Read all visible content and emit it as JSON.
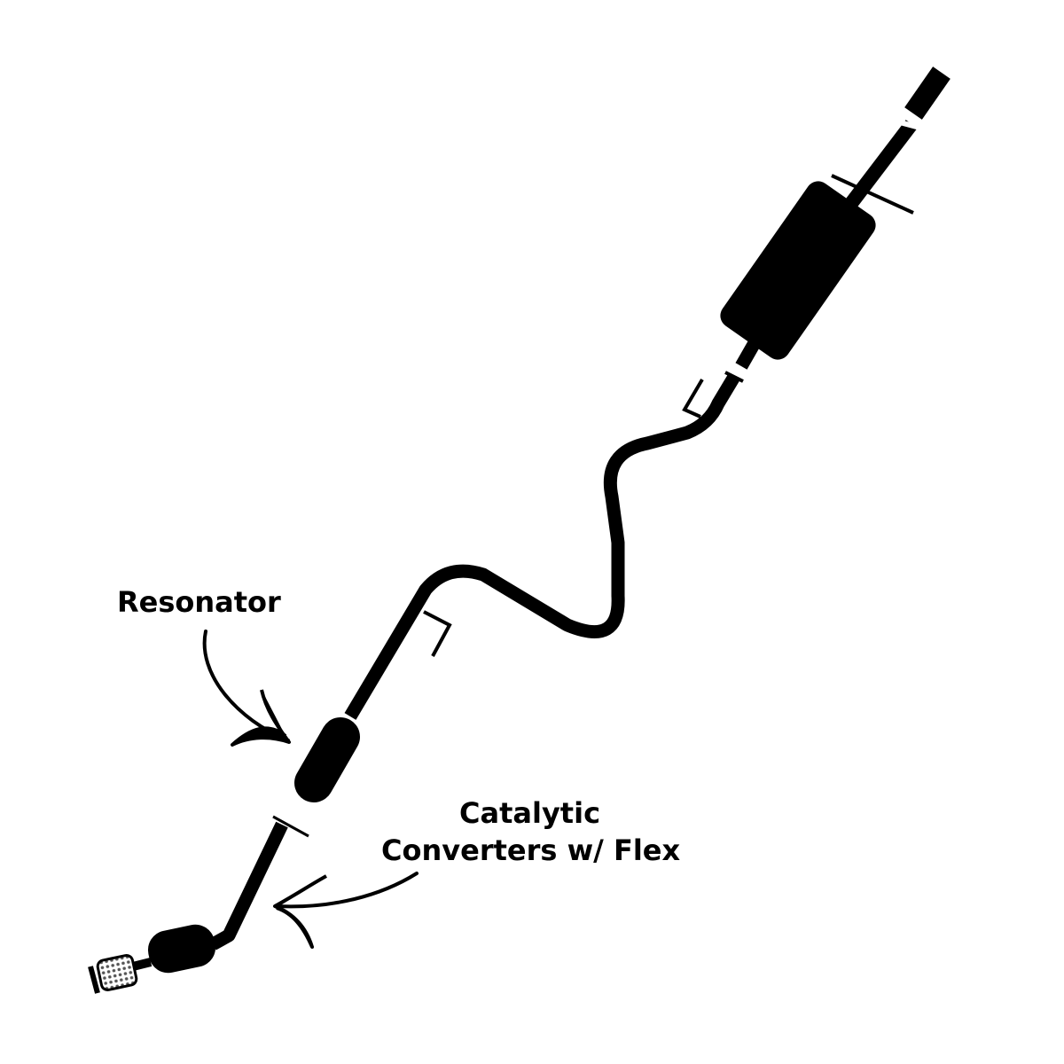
{
  "labels": {
    "resonator": "Resonator",
    "catalytic_line1": "Catalytic",
    "catalytic_line2": "Converters w/ Flex"
  },
  "colors": {
    "ink": "#000000",
    "background": "#ffffff",
    "mesh": "#8a8a8a"
  },
  "parts": [
    "tailpipe",
    "muffler",
    "resonator",
    "catalytic-converter",
    "flex-pipe",
    "hanger-bracket",
    "clamp"
  ]
}
